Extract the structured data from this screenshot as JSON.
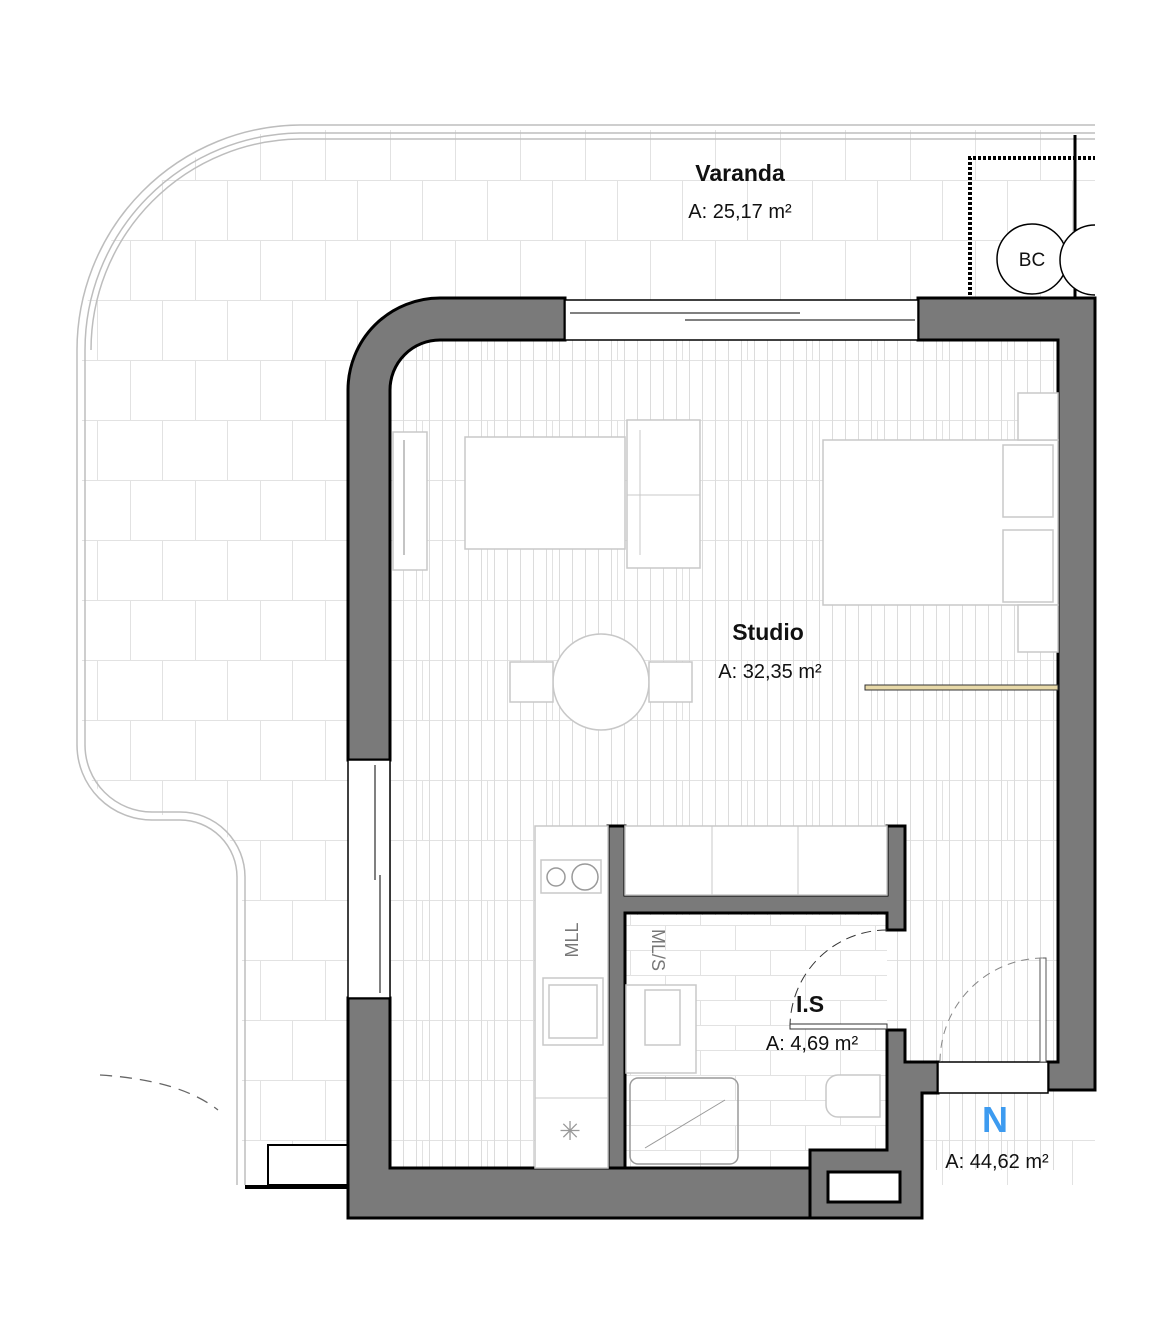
{
  "rooms": {
    "varanda": {
      "name": "Varanda",
      "area": "A: 25,17 m²"
    },
    "studio": {
      "name": "Studio",
      "area": "A: 32,35 m²"
    },
    "is": {
      "name": "I.S",
      "area": "A: 4,69 m²"
    },
    "unit": {
      "name": "N",
      "area": "A: 44,62 m²"
    }
  },
  "fixtures": {
    "bc": "BC",
    "mll": "MLL",
    "mls": "ML/S"
  },
  "colors": {
    "wall": "#7a7a7a",
    "unit_label": "#3d9bf0"
  }
}
